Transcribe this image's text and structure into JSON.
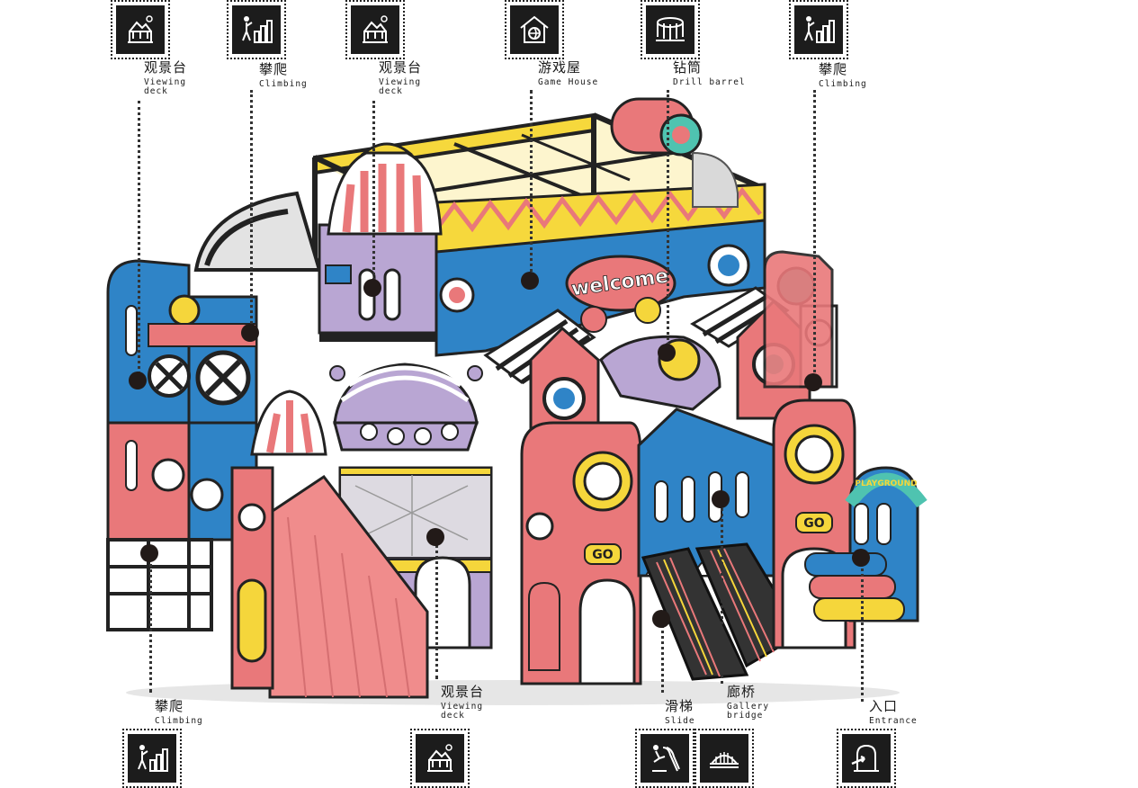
{
  "colors": {
    "coral": "#e9787a",
    "blue": "#2f84c7",
    "purple": "#b9a6d3",
    "yellow": "#f5d63b",
    "frame": "#2b2b2b",
    "mint": "#4fc3b0"
  },
  "playground": {
    "sign_welcome": "welcome",
    "sign_playground": "PLAYGROUND",
    "go_left": "GO",
    "go_right": "GO"
  },
  "callouts": [
    {
      "id": "viewing-deck-1",
      "icon": "viewing-deck-icon",
      "cn": "观景台",
      "en": "Viewing\ndeck"
    },
    {
      "id": "climbing-1",
      "icon": "climbing-icon",
      "cn": "攀爬",
      "en": "Climbing"
    },
    {
      "id": "viewing-deck-2",
      "icon": "viewing-deck-icon",
      "cn": "观景台",
      "en": "Viewing\ndeck"
    },
    {
      "id": "game-house",
      "icon": "game-house-icon",
      "cn": "游戏屋",
      "en": "Game House"
    },
    {
      "id": "drill-barrel",
      "icon": "drill-barrel-icon",
      "cn": "钻筒",
      "en": "Drill barrel"
    },
    {
      "id": "climbing-2",
      "icon": "climbing-icon",
      "cn": "攀爬",
      "en": "Climbing"
    },
    {
      "id": "climbing-3",
      "icon": "climbing-icon",
      "cn": "攀爬",
      "en": "Climbing"
    },
    {
      "id": "viewing-deck-3",
      "icon": "viewing-deck-icon",
      "cn": "观景台",
      "en": "Viewing\ndeck"
    },
    {
      "id": "slide",
      "icon": "slide-icon",
      "cn": "滑梯",
      "en": "Slide"
    },
    {
      "id": "gallery-bridge",
      "icon": "gallery-bridge-icon",
      "cn": "廊桥",
      "en": "Gallery\nbridge"
    },
    {
      "id": "entrance",
      "icon": "entrance-icon",
      "cn": "入口",
      "en": "Entrance"
    }
  ]
}
